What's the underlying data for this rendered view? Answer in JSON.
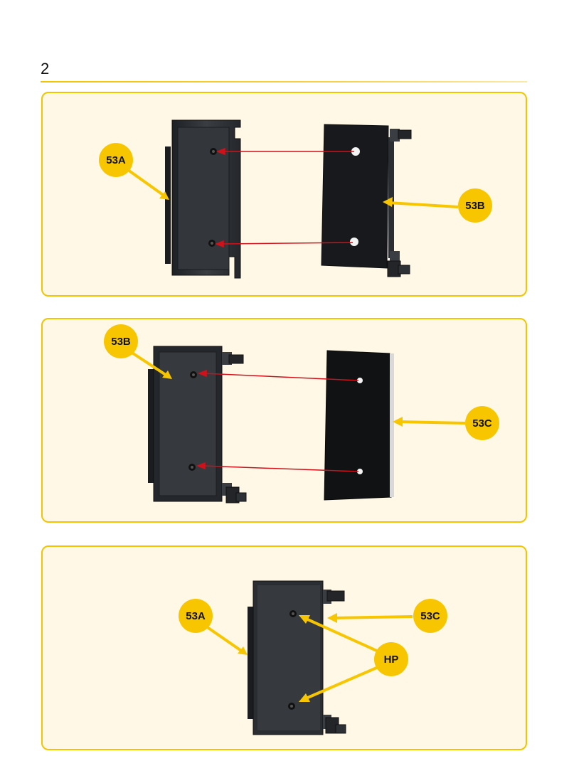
{
  "page": {
    "step_number": "2"
  },
  "colors": {
    "callout": "#f7c600",
    "arrow_red": "#d0111a",
    "part_dark": "#2a2d31",
    "panel_bg": "#fff8e6",
    "panel_border": "#f2c500"
  },
  "panels": [
    {
      "callouts": {
        "left": "53A",
        "right": "53B"
      }
    },
    {
      "callouts": {
        "left": "53B",
        "right": "53C"
      }
    },
    {
      "callouts": {
        "left": "53A",
        "right": "53C",
        "screws": "HP"
      }
    }
  ]
}
